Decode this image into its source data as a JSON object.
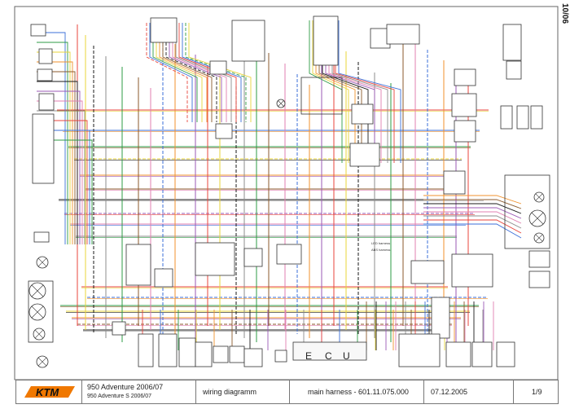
{
  "title_block": {
    "model_line1": "950 Adventure 2006/07",
    "model_line2": "950 Adventure S 2006/07",
    "doc_type": "wiring diagramm",
    "harness": "main harness -  601.11.075.000",
    "date": "07.12.2005",
    "page": "1/9",
    "brand": "KTM"
  },
  "side_label": "10/06",
  "small_labels": {
    "ecu_letters": [
      "E",
      "C",
      "U"
    ],
    "harness_label_left": "LED harness",
    "harness_label_right": "ABS harness"
  },
  "colors": {
    "wire_red": "#e8453c",
    "wire_blue": "#3b6fd8",
    "wire_green": "#2e9b45",
    "wire_yellow": "#e8d43a",
    "wire_orange": "#f0922e",
    "wire_brown": "#8b5a2b",
    "wire_black": "#1a1a1a",
    "wire_violet": "#9b59b6",
    "wire_pink": "#e07fb0",
    "wire_gray": "#8c8c8c",
    "logo_orange": "#f07800"
  }
}
